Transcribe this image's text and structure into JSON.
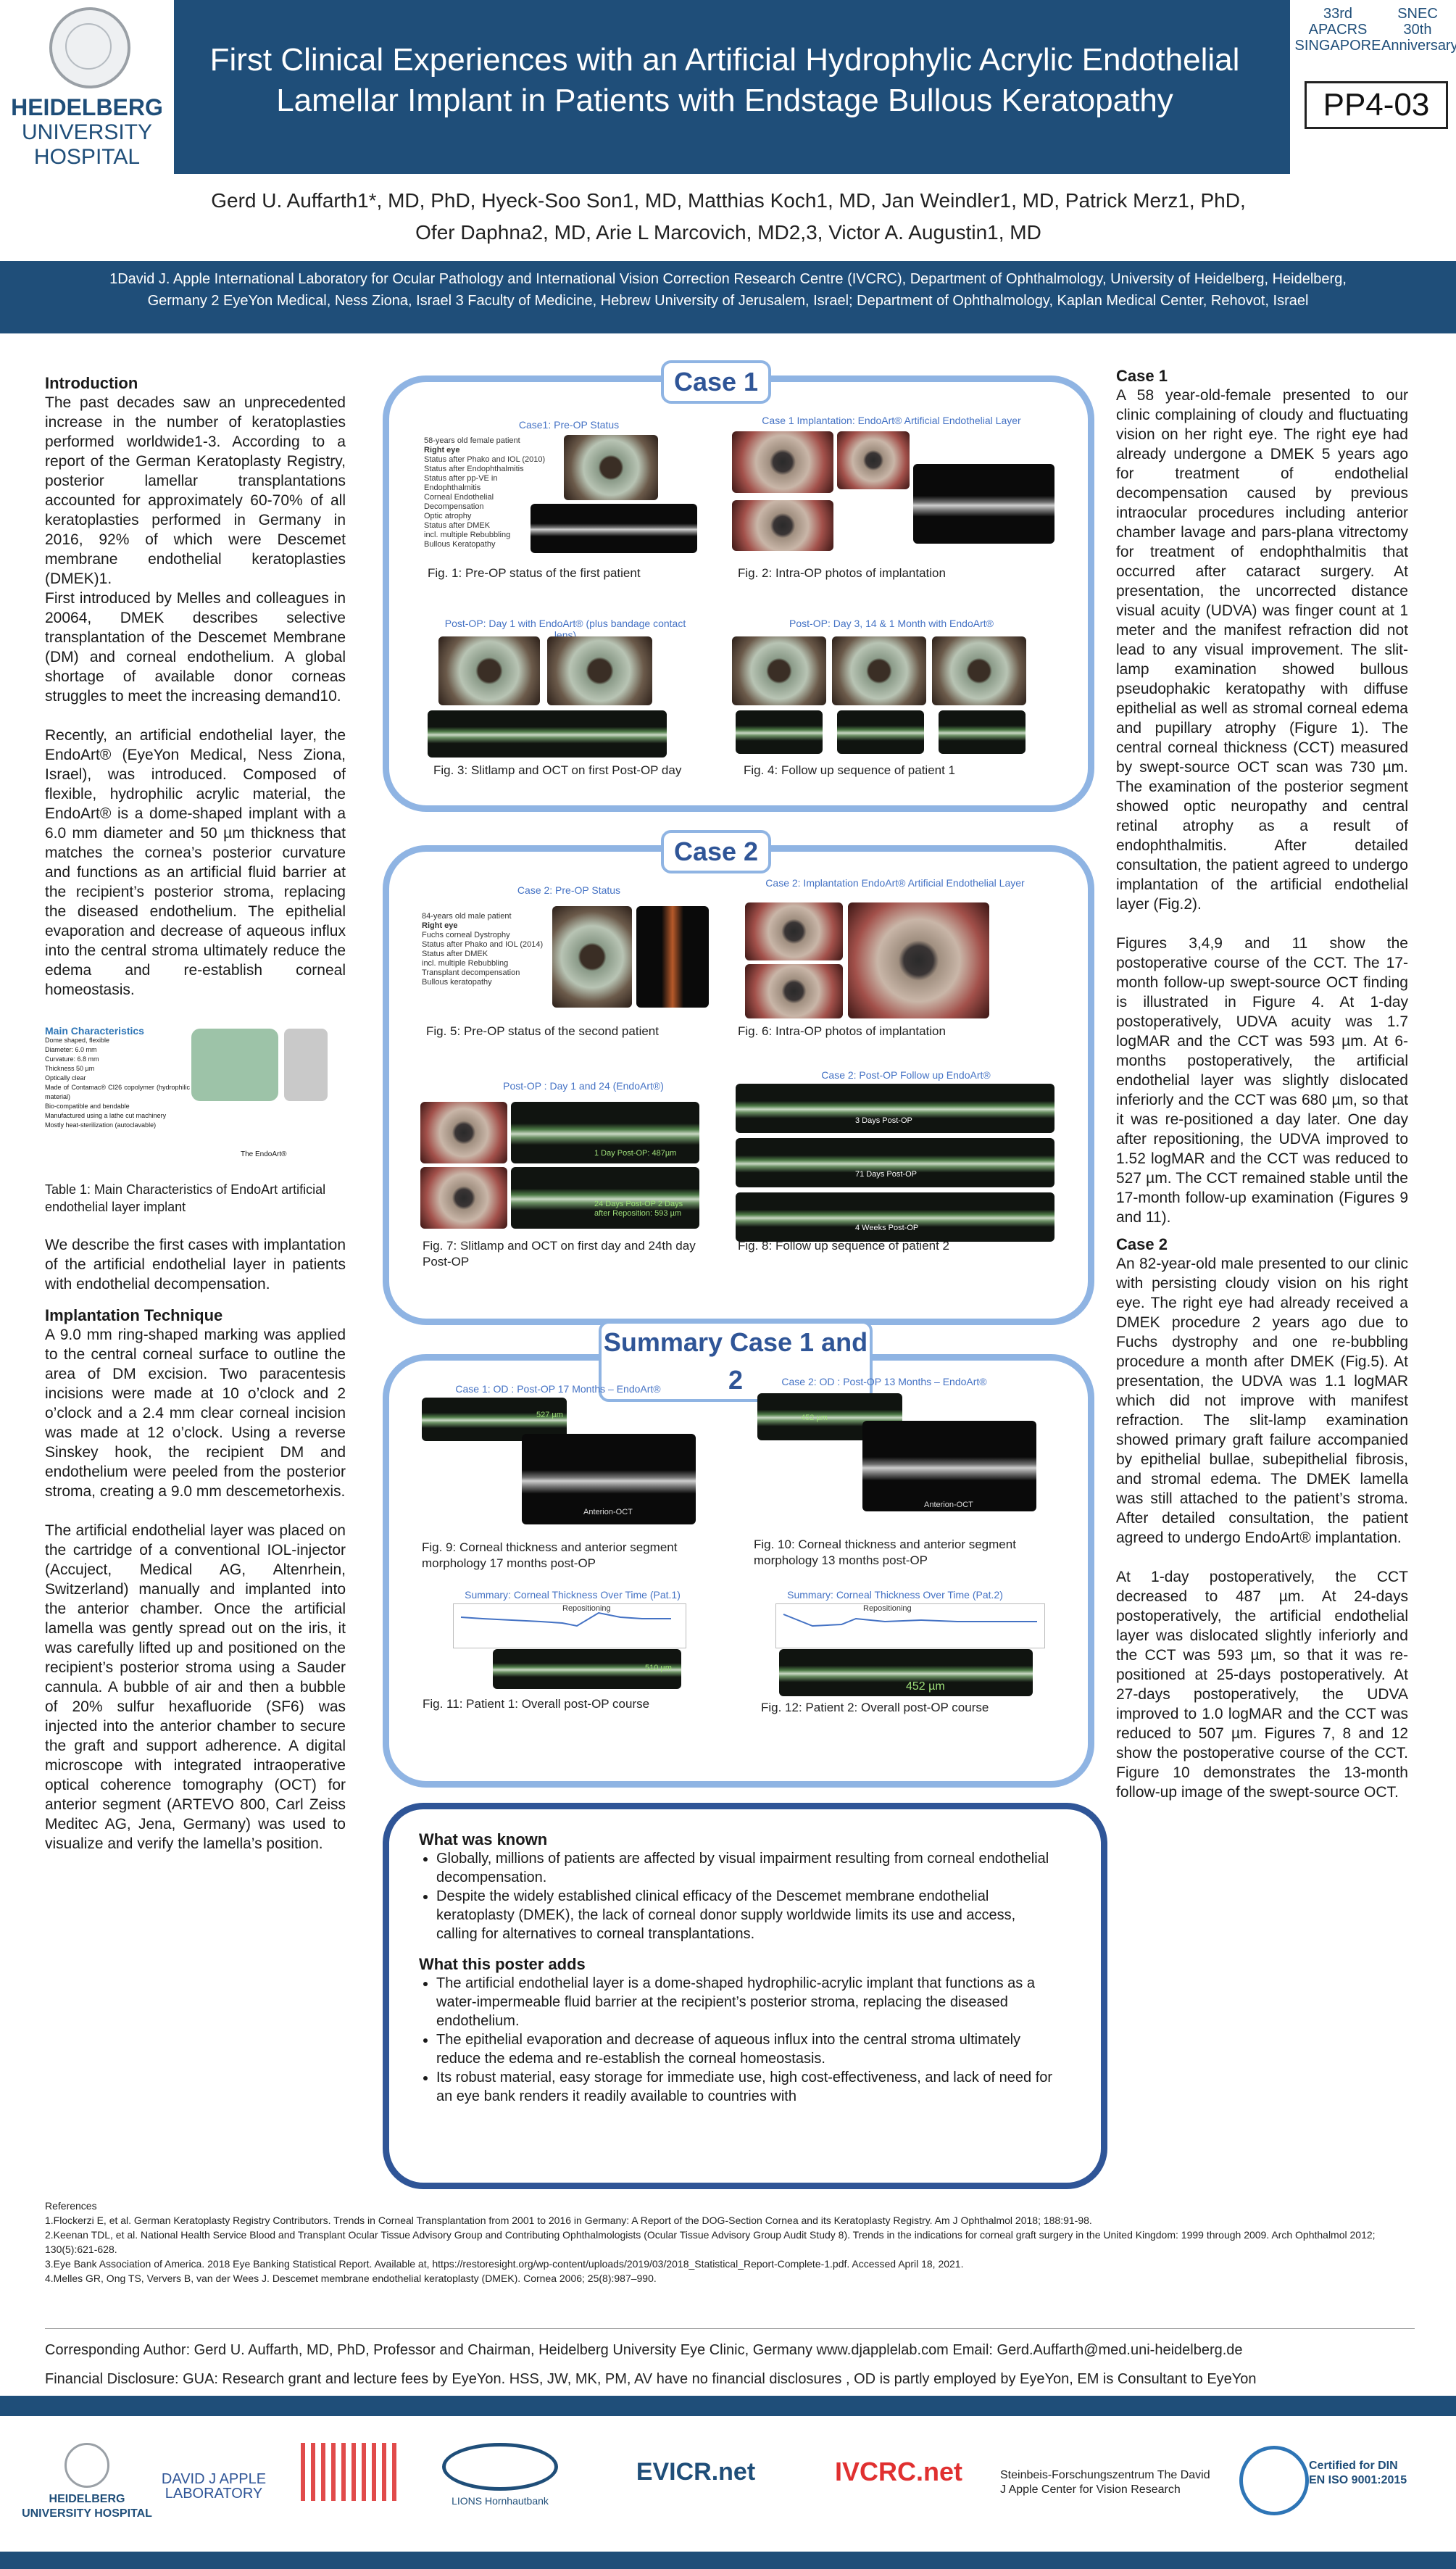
{
  "header": {
    "logo_line1": "HEIDELBERG",
    "logo_line2": "UNIVERSITY",
    "logo_line3": "HOSPITAL",
    "title_line1": "First Clinical Experiences with an Artificial Hydrophylic Acrylic Endothelial",
    "title_line2": "Lamellar Implant in Patients with Endstage Bullous Keratopathy",
    "apacrs": "33rd APACRS SINGAPORE",
    "snec": "SNEC 30th Anniversary",
    "poster_id": "PP4-03",
    "brand_color": "#1f4e79"
  },
  "authors_line1": "Gerd U. Auffarth1*, MD, PhD, Hyeck-Soo Son1, MD, Matthias Koch1, MD, Jan Weindler1, MD, Patrick Merz1, PhD,",
  "authors_line2": "Ofer Daphna2, MD, Arie L Marcovich, MD2,3, Victor A. Augustin1, MD",
  "affil_line1": "1David J. Apple International Laboratory for Ocular Pathology and International Vision Correction Research Centre (IVCRC), Department of Ophthalmology, University of Heidelberg, Heidelberg,",
  "affil_line2": "Germany   2 EyeYon Medical, Ness Ziona, Israel 3 Faculty of Medicine, Hebrew University of Jerusalem, Israel; Department of Ophthalmology, Kaplan Medical Center, Rehovot, Israel",
  "intro": {
    "heading": "Introduction",
    "p1": "The past decades saw an unprecedented increase in the number of keratoplasties performed worldwide1-3. According to a report of the German Keratoplasty Registry, posterior lamellar transplantations accounted for approximately 60-70% of all keratoplasties performed in Germany in 2016, 92% of which were Descemet membrane endothelial keratoplasties (DMEK)1.",
    "p2": "First introduced by Melles and colleagues in 20064, DMEK describes selective transplantation of the Descemet Membrane (DM) and corneal endothelium. A global shortage of available donor corneas struggles to meet the increasing demand10.",
    "p3": "Recently, an artificial endothelial layer, the EndoArt® (EyeYon Medical, Ness Ziona, Israel), was introduced. Composed of flexible, hydrophilic acrylic material, the EndoArt® is a dome-shaped implant with a 6.0 mm diameter and 50 µm thickness that matches the cornea’s posterior curvature and functions as an artificial fluid barrier at the recipient’s posterior stroma, replacing the diseased endothelium. The epithelial evaporation and decrease of aqueous influx into the central stroma ultimately reduce the edema and re-establish corneal homeostasis.",
    "table_title": "Main Characteristics",
    "table_items": [
      "Dome shaped, flexible",
      "Diameter: 6.0 mm",
      "Curvature: 6.8 mm",
      "Thickness 50 µm",
      "Optically clear",
      "Made of Contamac® CI26 copolymer (hydrophilic material)",
      "Bio-compatible and bendable",
      "Manufactured using a lathe cut machinery",
      "Mostly heat-sterilization (autoclavable)"
    ],
    "table_img_label": "The EndoArt®",
    "table_caption": "Table 1: Main Characteristics of EndoArt artificial endothelial layer implant",
    "p4": "We describe the first cases with implantation of the artificial endothelial layer in patients with endothelial decompensation.",
    "technique_heading": "Implantation Technique",
    "p5": "A 9.0 mm ring-shaped marking was applied to the central corneal surface to outline the area of DM excision. Two paracentesis incisions were made at 10 o’clock and 2 o’clock and a 2.4 mm clear corneal incision was made at 12 o’clock. Using a reverse Sinskey hook, the recipient DM and endothelium were peeled from the posterior stroma, creating a 9.0 mm descemetorhexis.",
    "p6": "The artificial endothelial layer was placed on the cartridge of a conventional IOL-injector (Accuject, Medical AG, Altenrhein, Switzerland) manually and implanted into the anterior chamber. Once the artificial lamella was gently spread out on the iris, it was carefully lifted up and positioned on the recipient’s posterior stroma using a Sauder cannula. A bubble of air and then a bubble of 20% sulfur hexafluoride (SF6) was injected into the anterior chamber to secure the graft and support adherence. A digital microscope with integrated intraoperative optical coherence tomography (OCT) for anterior segment (ARTEVO 800, Carl Zeiss Meditec AG, Jena, Germany) was used to visualize and verify the lamella’s position."
  },
  "case1": {
    "title": "Case 1",
    "pre_label": "Case1: Pre-OP Status",
    "pre_notes": [
      "58-years old female patient",
      "Right eye",
      "Status after Phako and IOL (2010)",
      "Status after Endophthalmitis",
      "Status after pp-VE in Endophthalmitis",
      "Corneal Endothelial",
      "Decompensation",
      "Optic atrophy",
      "Status after DMEK",
      "incl. multiple Rebubbling",
      "Bullous Keratopathy"
    ],
    "impl_label": "Case 1 Implantation: EndoArt® Artificial Endothelial Layer",
    "fig1": "Fig. 1: Pre-OP status of the first patient",
    "fig2": "Fig. 2: Intra-OP photos of implantation",
    "day1_label": "Post-OP: Day 1 with EndoArt® (plus bandage contact lens)",
    "follow_label": "Post-OP: Day 3, 14 & 1 Month with EndoArt®",
    "fig3": "Fig. 3: Slitlamp and OCT on first Post-OP day",
    "fig4": "Fig. 4: Follow up sequence of patient 1"
  },
  "case2": {
    "title": "Case 2",
    "pre_label": "Case 2: Pre-OP Status",
    "pre_notes": [
      "84-years old male patient",
      "Right eye",
      "Fuchs corneal Dystrophy",
      "Status after Phako and IOL (2014)",
      "Status after DMEK",
      "incl. multiple Rebubbling",
      "Transplant decompensation",
      "Bullous keratopathy"
    ],
    "impl_label": "Case 2: Implantation EndoArt® Artificial Endothelial Layer",
    "fig5": "Fig. 5: Pre-OP status of the second patient",
    "fig6": "Fig. 6: Intra-OP photos of implantation",
    "day_label": "Post-OP : Day 1 and 24  (EndoArt®)",
    "follow_label": "Case 2: Post-OP  Follow up EndoArt®",
    "oct1_text": "1 Day Post-OP: 487µm",
    "oct2_text": "24 Days Post-OP 2 Days after Reposition: 593 µm",
    "f1": "3 Days Post-OP",
    "f2": "71 Days Post-OP",
    "f3": "4 Weeks Post-OP",
    "fig7": "Fig. 7: Slitlamp and OCT on first day and 24th day Post-OP",
    "fig8": "Fig. 8: Follow up sequence of patient 2"
  },
  "summary": {
    "title": "Summary Case 1 and 2",
    "c1_label": "Case 1: OD : Post-OP 17 Months – EndoArt®",
    "c2_label": "Case 2: OD : Post-OP 13 Months – EndoArt®",
    "c1_measure": "527 µm",
    "c2_measure": "452 µm",
    "anterion": "Anterion-OCT",
    "fig9": "Fig. 9: Corneal thickness and anterior segment morphology 17 months post-OP",
    "fig10": "Fig. 10: Corneal thickness and anterior segment morphology 13 months post-OP",
    "chart1_label": "Summary: Corneal Thickness Over Time (Pat.1)",
    "chart2_label": "Summary: Corneal Thickness Over Time (Pat.2)",
    "chart1_tag": "Repositioning",
    "chart2_tag": "Repositioning",
    "oct_box1": "510 µm",
    "oct_box2": "452 µm",
    "fig11": "Fig. 11: Patient  1: Overall post-OP course",
    "fig12": "Fig. 12: Patient  2: Overall post-OP course"
  },
  "known": {
    "h1": "What was known",
    "k1": "Globally, millions of patients are affected by visual impairment resulting from corneal endothelial decompensation.",
    "k2": "Despite the widely established clinical efficacy of the Descemet membrane endothelial keratoplasty (DMEK), the lack of corneal donor supply worldwide limits its use and access, calling for alternatives to corneal transplantations.",
    "h2": "What this poster adds",
    "a1": "The artificial endothelial layer is a dome-shaped hydrophilic-acrylic implant that functions as a water-impermeable fluid barrier at the recipient’s posterior stroma, replacing the diseased endothelium.",
    "a2": "The epithelial evaporation and decrease of aqueous influx into the central stroma ultimately reduce the edema and re-establish the corneal homeostasis.",
    "a3": "Its robust material, easy storage for immediate use, high cost-effectiveness, and lack of need for an eye bank renders it readily available to countries with"
  },
  "right": {
    "h1": "Case 1",
    "p1": "A 58 year-old-female presented to our clinic complaining of cloudy and fluctuating vision on her right eye. The right eye had already undergone a DMEK 5 years ago for treatment of endothelial decompensation caused by previous intraocular procedures including anterior chamber lavage and pars-plana vitrectomy for treatment of endophthalmitis that occurred after cataract surgery. At presentation, the uncorrected distance visual acuity (UDVA) was finger count at 1 meter and the manifest refraction did not lead to any visual improvement. The slit-lamp examination showed bullous pseudophakic keratopathy with diffuse epithelial as well as stromal corneal edema and pupillary atrophy (Figure 1). The central corneal thickness (CCT) measured by swept-source OCT scan was 730 µm. The examination of the posterior segment showed optic neuropathy and central retinal atrophy as a result of endophthalmitis. After detailed consultation, the patient agreed to undergo implantation of the artificial endothelial layer (Fig.2).",
    "p2": "Figures 3,4,9 and 11 show the postoperative course of the CCT. The 17-month follow-up swept-source OCT finding is illustrated in Figure 4. At 1-day postoperatively, UDVA acuity was 1.7 logMAR and the CCT was 593 µm. At 6- months postoperatively, the artificial endothelial layer was slightly dislocated inferiorly and the CCT was 680 µm, so that it was re-positioned a day later. One day after repositioning, the UDVA improved to 1.52 logMAR and the CCT was reduced to 527 µm. The CCT remained stable until the 17-month follow-up examination (Figures 9 and 11).",
    "h2": "Case 2",
    "p3": "An 82-year-old male presented to our clinic with persisting cloudy vision on his right eye. The right eye had already received a DMEK procedure 2 years ago due to Fuchs dystrophy and one re-bubbling procedure a month after DMEK (Fig.5). At presentation, the UDVA was 1.1 logMAR which did not improve with manifest refraction. The slit-lamp examination showed primary graft failure accompanied by epithelial bullae, subepithelial fibrosis, and stromal edema. The DMEK lamella was still attached to the patient’s stroma. After detailed consultation, the patient agreed to undergo EndoArt® implantation.",
    "p4": "At 1-day postoperatively, the CCT decreased to 487 µm. At 24-days postoperatively, the artificial endothelial layer was dislocated slightly inferiorly and the CCT was 593 µm, so that it was re-positioned at 25-days postoperatively. At 27-days postoperatively, the UDVA improved to 1.0 logMAR and the CCT was reduced to 507 µm. Figures 7, 8 and 12 show the postoperative course of the CCT. Figure 10 demonstrates the 13-month follow-up image of the swept-source OCT."
  },
  "refs": {
    "heading": "References",
    "r1": "1.Flockerzi E, et al. German Keratoplasty Registry Contributors. Trends in Corneal Transplantation from 2001 to 2016 in Germany: A Report of the DOG-Section Cornea and its Keratoplasty Registry. Am J Ophthalmol 2018; 188:91-98.",
    "r2": "2.Keenan TDL, et al. National Health Service Blood and Transplant Ocular Tissue Advisory Group and Contributing Ophthalmologists (Ocular Tissue Advisory Group Audit Study 8). Trends in the indications for corneal graft surgery in the United Kingdom: 1999 through 2009. Arch Ophthalmol 2012; 130(5):621-628.",
    "r3": "3.Eye Bank Association of America. 2018 Eye Banking Statistical Report. Available at, https://restoresight.org/wp-content/uploads/2019/03/2018_Statistical_Report-Complete-1.pdf. Accessed April 18, 2021.",
    "r4": "4.Melles GR, Ong TS, Ververs B, van der Wees J. Descemet membrane endothelial keratoplasty (DMEK). Cornea 2006; 25(8):987–990."
  },
  "contact": {
    "corr": "Corresponding Author: Gerd U. Auffarth, MD, PhD, Professor and Chairman, Heidelberg University Eye Clinic, Germany   www.djapplelab.com     Email: Gerd.Auffarth@med.uni-heidelberg.de",
    "disclosure": "Financial Disclosure: GUA: Research grant and lecture fees by EyeYon. HSS,  JW, MK, PM, AV have no financial disclosures , OD is partly employed by EyeYon, EM is Consultant to EyeYon"
  },
  "sponsors": {
    "s1": "HEIDELBERG UNIVERSITY HOSPITAL",
    "s2": "DAVID J APPLE LABORATORY",
    "s4": "LIONS Hornhautbank",
    "s5": "EVICR.net",
    "s6": "IVCRC.net",
    "s7": "Steinbeis-Forschungszentrum The David J Apple Center for Vision Research",
    "s8": "Certified for DIN EN ISO 9001:2015"
  }
}
